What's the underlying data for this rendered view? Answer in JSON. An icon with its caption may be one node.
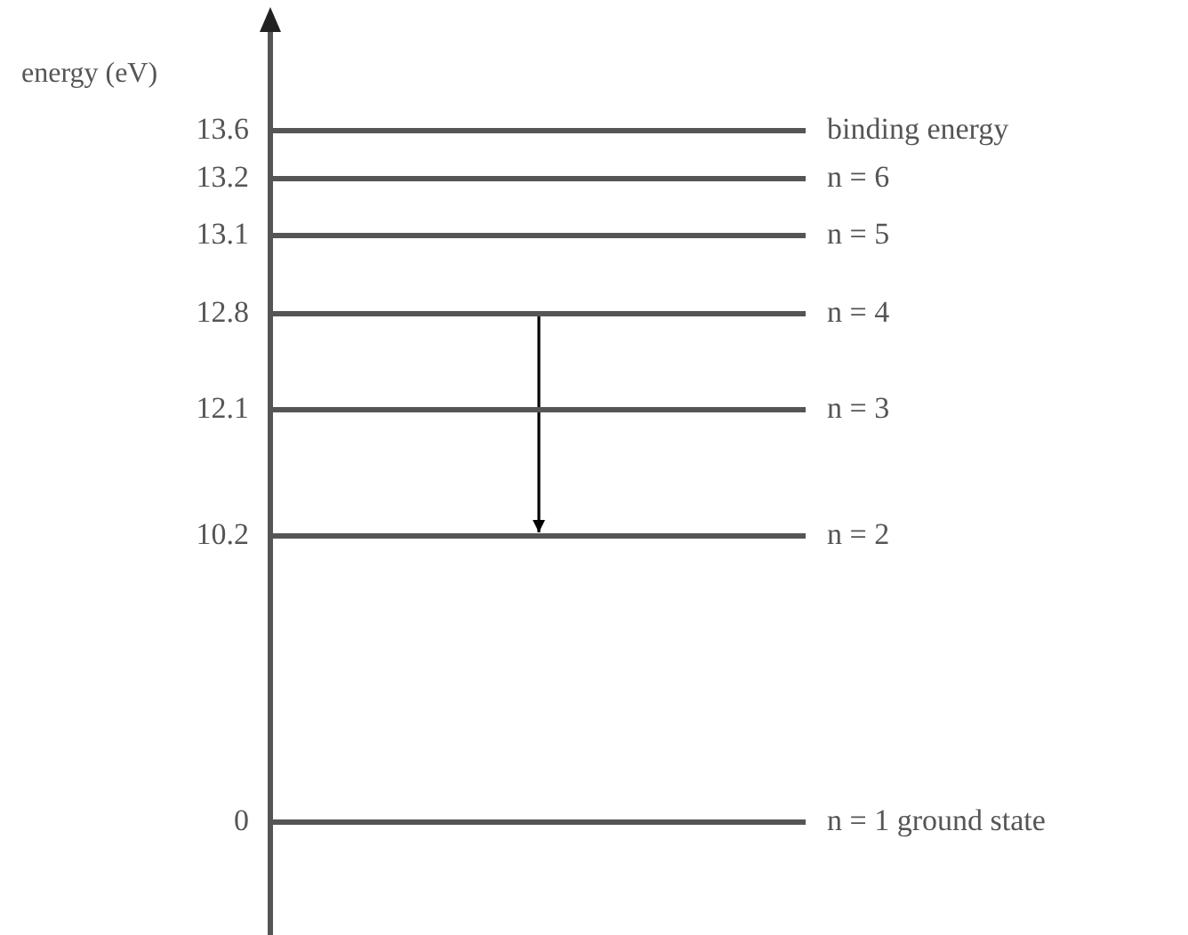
{
  "diagram": {
    "nodes": [
      {
        "text": [
          "binding energy"
        ],
        "beside": [
          "13.6"
        ]
      },
      {
        "text": [
          "n = 6"
        ],
        "beside": [
          "13.2"
        ]
      },
      {
        "text": [
          "n = 5"
        ],
        "beside": [
          "13.1"
        ]
      },
      {
        "text": [
          "n = 4"
        ],
        "beside": [
          "12.8"
        ]
      },
      {
        "text": [
          "n = 3"
        ],
        "beside": [
          "12.1"
        ]
      },
      {
        "text": [
          "n = 2"
        ],
        "beside": [
          "10.2"
        ]
      },
      {
        "text": [
          "n = 1 ground state"
        ],
        "beside": [
          "0"
        ]
      }
    ],
    "edges": [
      {
        "from": 3,
        "to": 5,
        "arrow": "to"
      }
    ],
    "labels": [
      "energy (eV)"
    ]
  }
}
